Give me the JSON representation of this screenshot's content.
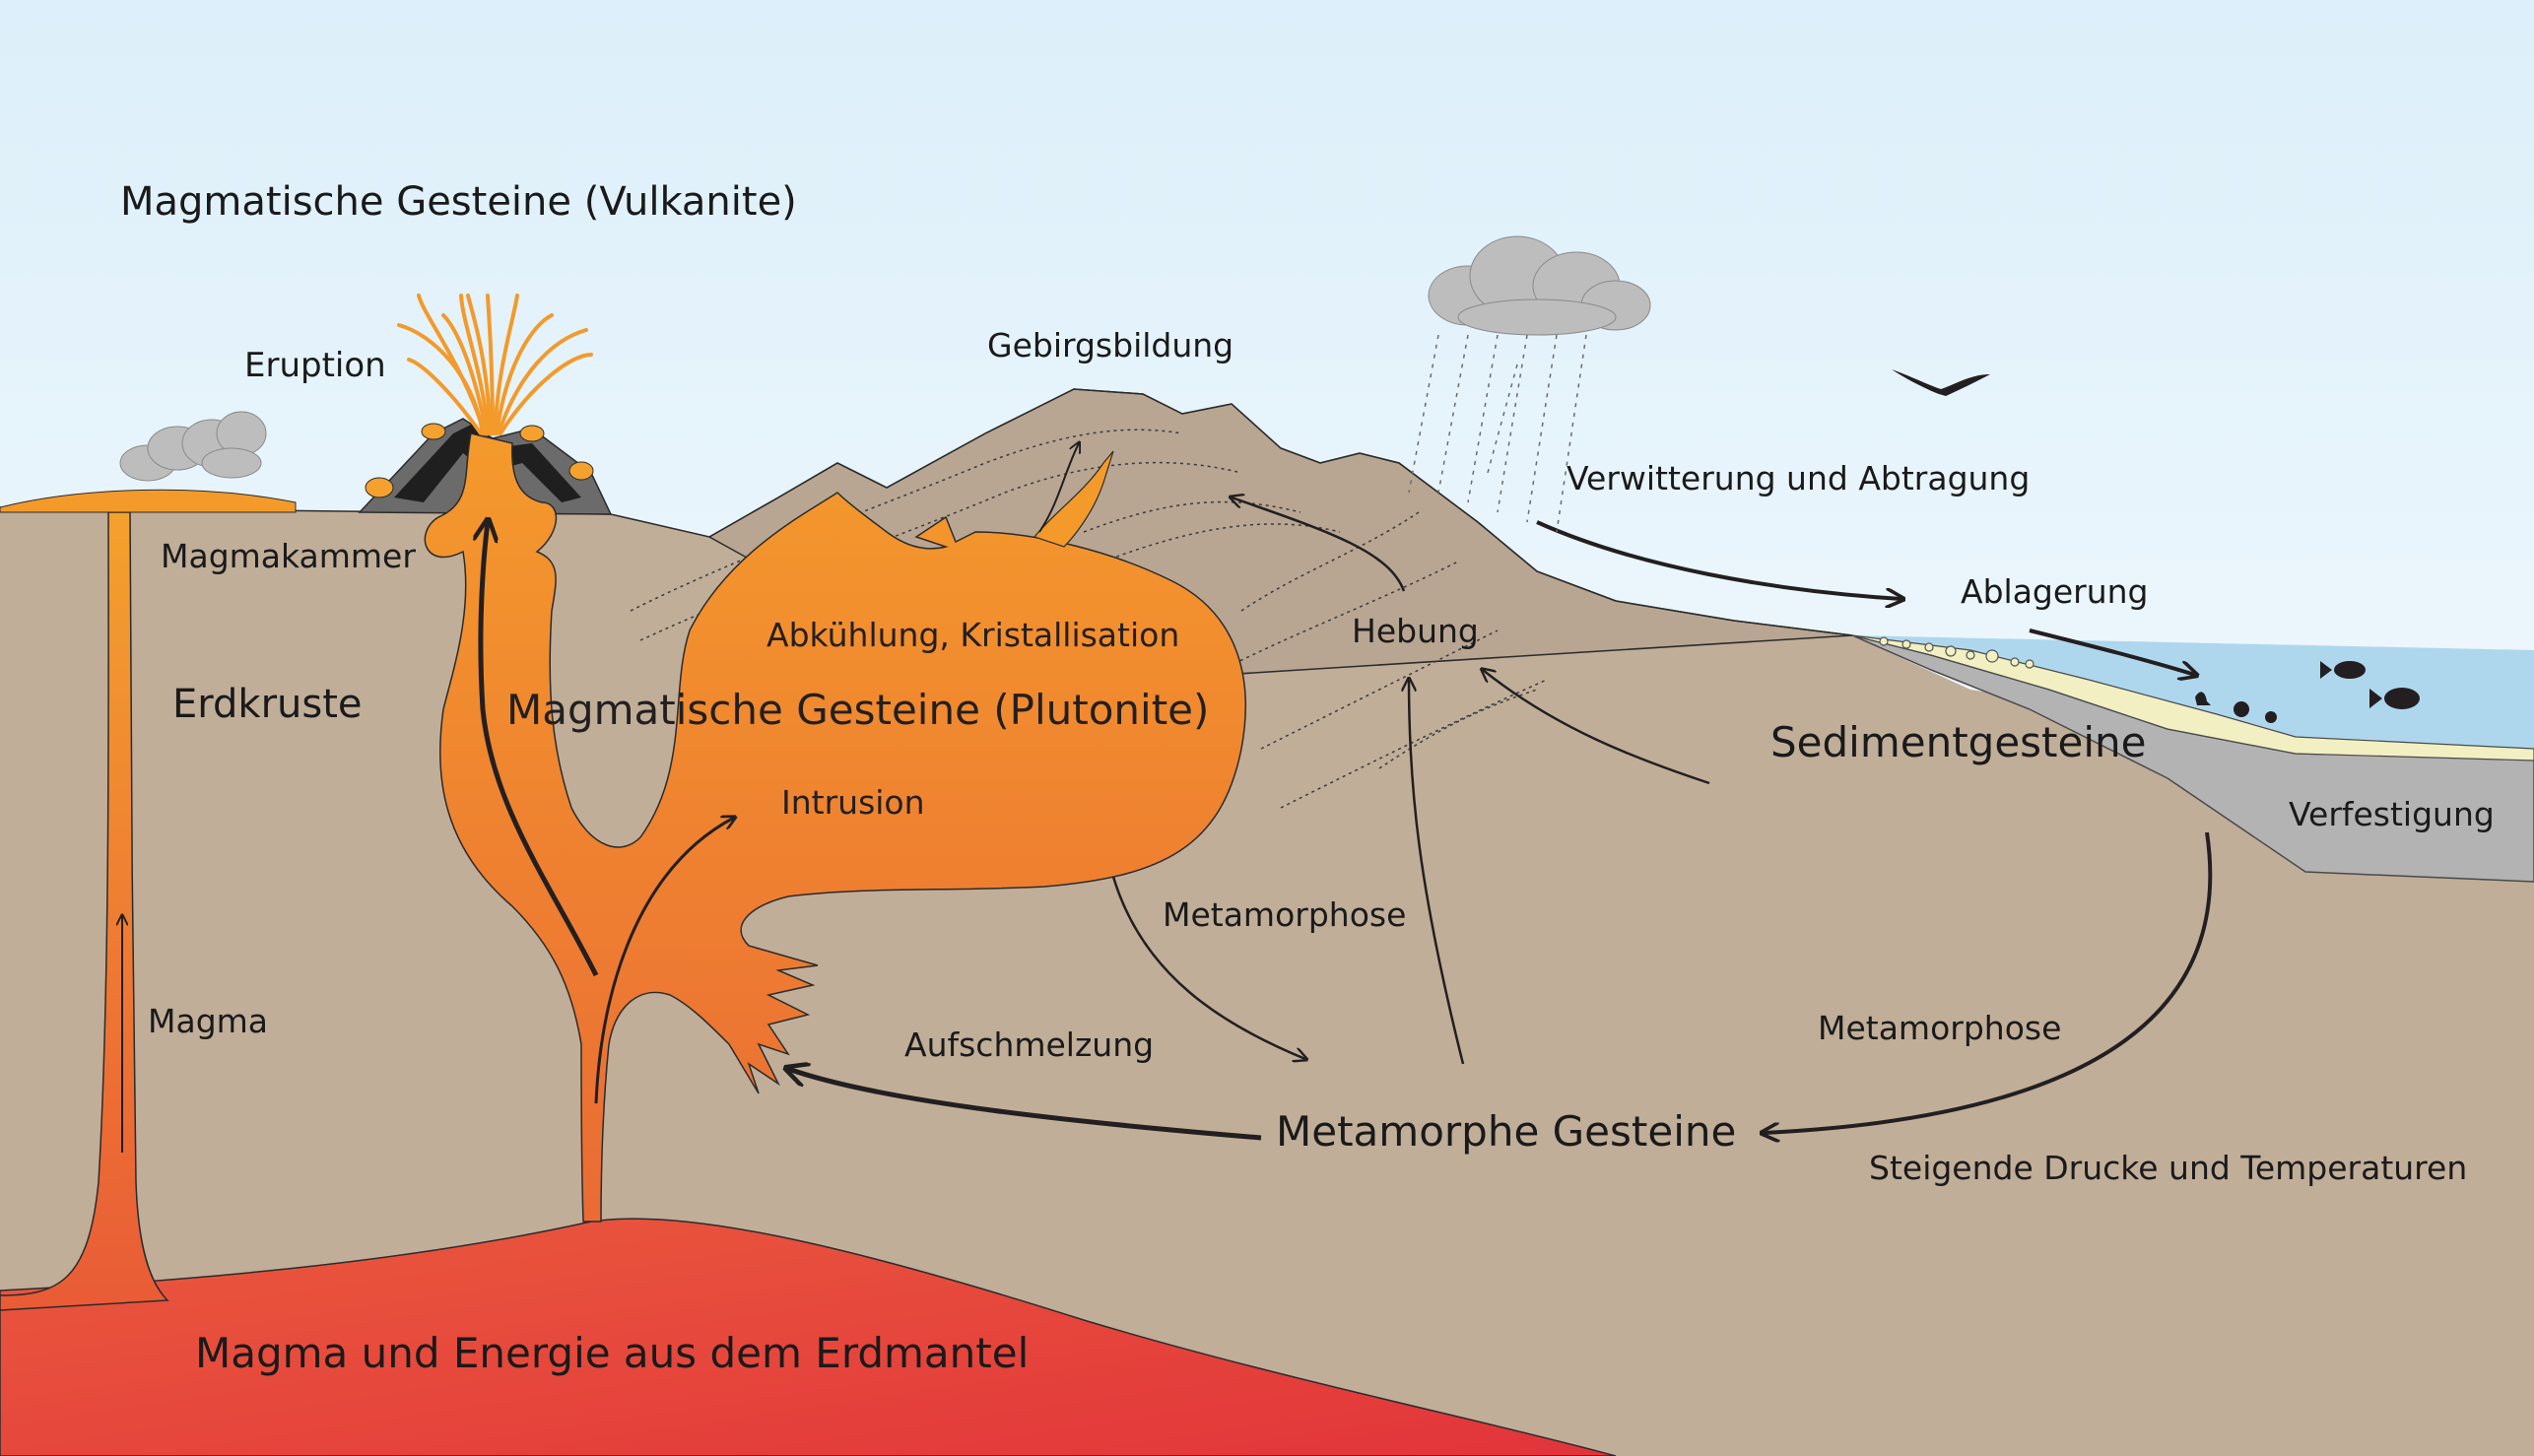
{
  "labels": {
    "title_volcanic": "Magmatische Gesteine (Vulkanite)",
    "eruption": "Eruption",
    "mountain_building": "Gebirgsbildung",
    "weathering": "Verwitterung und Abtragung",
    "deposition": "Ablagerung",
    "magma_chamber": "Magmakammer",
    "earth_crust": "Erdkruste",
    "cooling": "Abkühlung, Kristallisation",
    "plutonic": "Magmatische Gesteine (Plutonite)",
    "uplift": "Hebung",
    "sedimentary": "Sedimentgesteine",
    "intrusion": "Intrusion",
    "consolidation": "Verfestigung",
    "metamorphism_center": "Metamorphose",
    "magma": "Magma",
    "melting": "Aufschmelzung",
    "metamorphism_right": "Metamorphose",
    "metamorphic": "Metamorphe Gesteine",
    "rising_pressure": "Steigende Drucke und Temperaturen",
    "mantle": "Magma und Energie aus dem Erdmantel"
  },
  "colors": {
    "sky_top": "#dff0fa",
    "crust": "#c0ae99",
    "mountain": "#b8a693",
    "magma_light": "#f39a2a",
    "magma_dark": "#e8553a",
    "mantle": "#e3463e",
    "sea": "#aed7ee",
    "sediment": "#b3b3b3",
    "sand": "#f2efc2",
    "cloud": "#bdbdbd",
    "arrow": "#231f20"
  }
}
